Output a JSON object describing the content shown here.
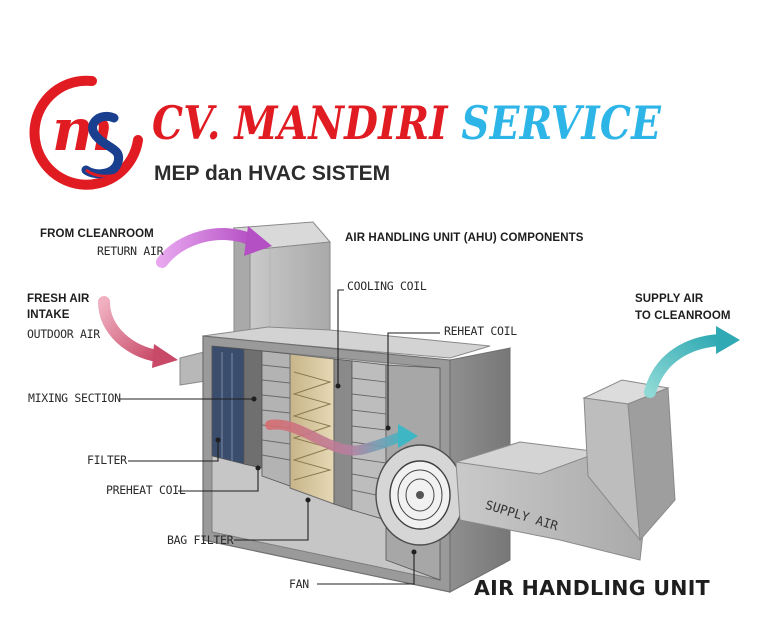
{
  "brand": {
    "logo_text": "ms",
    "name_part1": "CV. MANDIRI",
    "name_part2": "SERVICE",
    "tagline": "MEP dan HVAC SISTEM",
    "color_red": "#e11b22",
    "color_blue": "#2eb5e8"
  },
  "diagram": {
    "heading": "AIR HANDLING UNIT (AHU) COMPONENTS",
    "title": "AIR HANDLING UNIT",
    "return_air_line1": "FROM CLEANROOM",
    "return_air_line2": "RETURN AIR",
    "fresh_air_line1": "FRESH AIR",
    "fresh_air_line2": "INTAKE",
    "fresh_air_line3": "OUTDOOR AIR",
    "supply_air_line1": "SUPPLY AIR",
    "supply_air_line2": "TO CLEANROOM",
    "supply_duct_label": "SUPPLY AIR",
    "components": {
      "cooling_coil": "COOLING COIL",
      "reheat_coil": "REHEAT COIL",
      "mixing_section": "MIXING SECTION",
      "filter": "FILTER",
      "preheat_coil": "PREHEAT COIL",
      "bag_filter": "BAG FILTER",
      "fan": "FAN"
    },
    "arrow_colors": {
      "return_air": "#c064d0",
      "fresh_air": "#cf5a74",
      "supply_air": "#4fc0c0"
    }
  }
}
